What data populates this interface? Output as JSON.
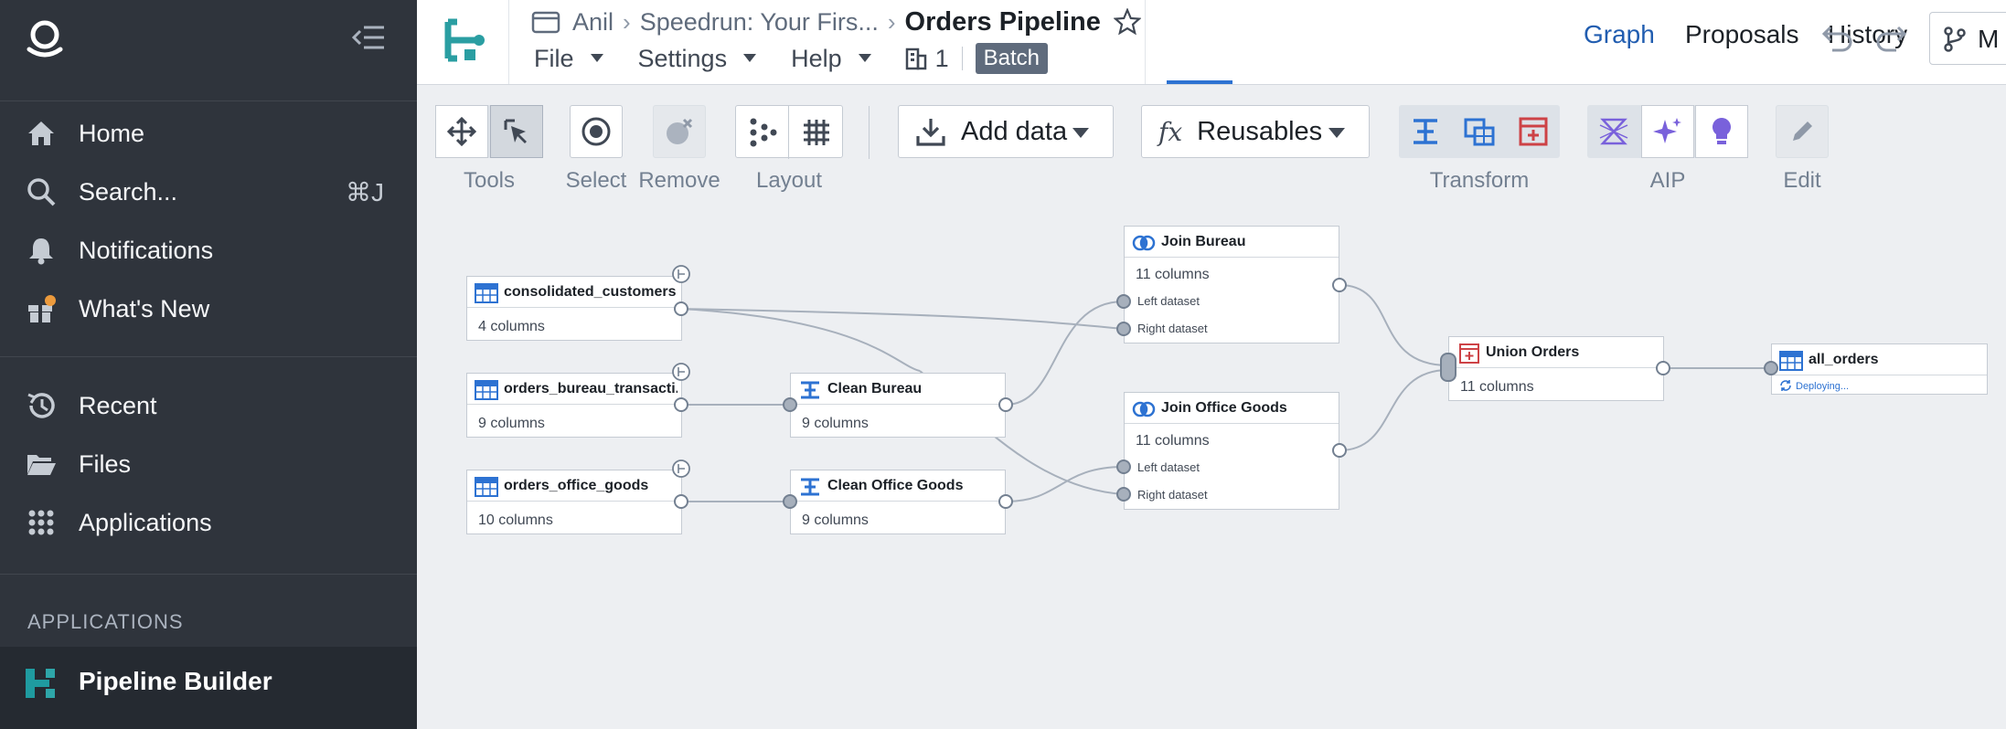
{
  "sidebar": {
    "nav": [
      {
        "label": "Home",
        "icon": "home-icon"
      },
      {
        "label": "Search...",
        "icon": "search-icon",
        "shortcut": "⌘J"
      },
      {
        "label": "Notifications",
        "icon": "bell-icon"
      },
      {
        "label": "What's New",
        "icon": "gift-icon"
      },
      {
        "label": "Recent",
        "icon": "history-icon"
      },
      {
        "label": "Files",
        "icon": "folder-open-icon"
      },
      {
        "label": "Applications",
        "icon": "grid-icon"
      }
    ],
    "section_label": "APPLICATIONS",
    "current_app": "Pipeline Builder"
  },
  "header": {
    "breadcrumb": [
      "Anil",
      "Speedrun: Your Firs..."
    ],
    "title": "Orders Pipeline",
    "menus": [
      "File",
      "Settings",
      "Help"
    ],
    "build_count": "1",
    "mode_badge": "Batch",
    "tabs": [
      "Graph",
      "Proposals",
      "History"
    ],
    "active_tab": "Graph",
    "branch_label": "M"
  },
  "toolbar": {
    "labels": {
      "tools": "Tools",
      "select": "Select",
      "remove": "Remove",
      "layout": "Layout",
      "transform": "Transform",
      "aip": "AIP",
      "edit": "Edit"
    },
    "add_data": "Add data",
    "reusables": "Reusables"
  },
  "graph": {
    "nodes": {
      "consolidated_customers": {
        "title": "consolidated_customers",
        "sub": "4 columns"
      },
      "orders_bureau": {
        "title": "orders_bureau_transacti...",
        "sub": "9 columns"
      },
      "orders_office": {
        "title": "orders_office_goods",
        "sub": "10 columns"
      },
      "clean_bureau": {
        "title": "Clean Bureau",
        "sub": "9 columns"
      },
      "clean_office": {
        "title": "Clean Office Goods",
        "sub": "9 columns"
      },
      "join_bureau": {
        "title": "Join Bureau",
        "sub": "11 columns",
        "left": "Left dataset",
        "right": "Right dataset"
      },
      "join_office": {
        "title": "Join Office Goods",
        "sub": "11 columns",
        "left": "Left dataset",
        "right": "Right dataset"
      },
      "union_orders": {
        "title": "Union Orders",
        "sub": "11 columns"
      },
      "all_orders": {
        "title": "all_orders",
        "status": "Deploying..."
      }
    }
  },
  "colors": {
    "sidebar_bg": "#2f343c",
    "accent": "#2d72d2",
    "teal": "#1f9ba0",
    "transform_red": "#cd4246",
    "aip_purple": "#7961db"
  }
}
